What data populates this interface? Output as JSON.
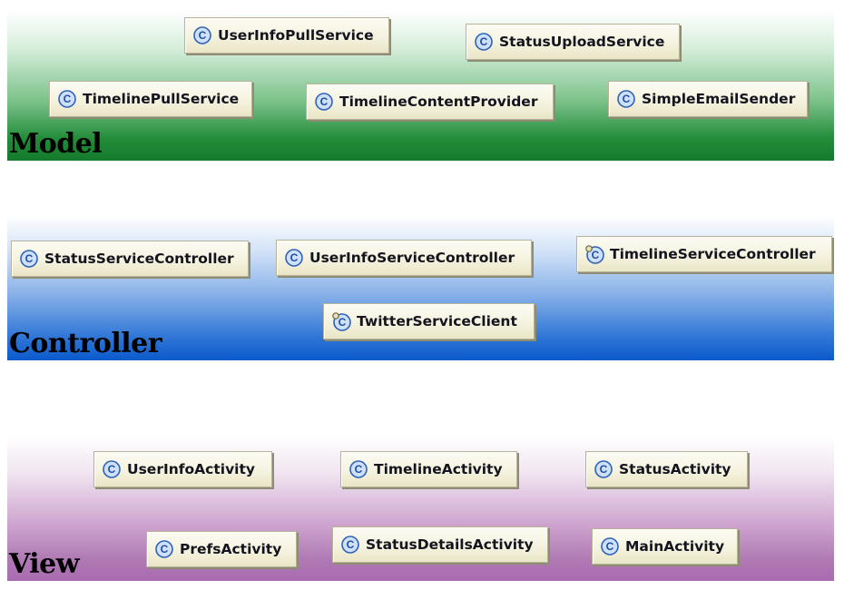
{
  "layers": [
    {
      "title": "Model",
      "classes": [
        {
          "name": "UserInfoPullService",
          "abstract": false
        },
        {
          "name": "StatusUploadService",
          "abstract": false
        },
        {
          "name": "TimelinePullService",
          "abstract": false
        },
        {
          "name": "TimelineContentProvider",
          "abstract": false
        },
        {
          "name": "SimpleEmailSender",
          "abstract": false
        }
      ]
    },
    {
      "title": "Controller",
      "classes": [
        {
          "name": "StatusServiceController",
          "abstract": false
        },
        {
          "name": "UserInfoServiceController",
          "abstract": false
        },
        {
          "name": "TimelineServiceController",
          "abstract": true
        },
        {
          "name": "TwitterServiceClient",
          "abstract": true
        }
      ]
    },
    {
      "title": "View",
      "classes": [
        {
          "name": "UserInfoActivity",
          "abstract": false
        },
        {
          "name": "TimelineActivity",
          "abstract": false
        },
        {
          "name": "StatusActivity",
          "abstract": false
        },
        {
          "name": "PrefsActivity",
          "abstract": false
        },
        {
          "name": "StatusDetailsActivity",
          "abstract": false
        },
        {
          "name": "MainActivity",
          "abstract": false
        }
      ]
    }
  ],
  "icons": {
    "class_icon": "class-c-icon",
    "abstract_class_icon": "abstract-class-icon",
    "icon_letter": "C"
  }
}
